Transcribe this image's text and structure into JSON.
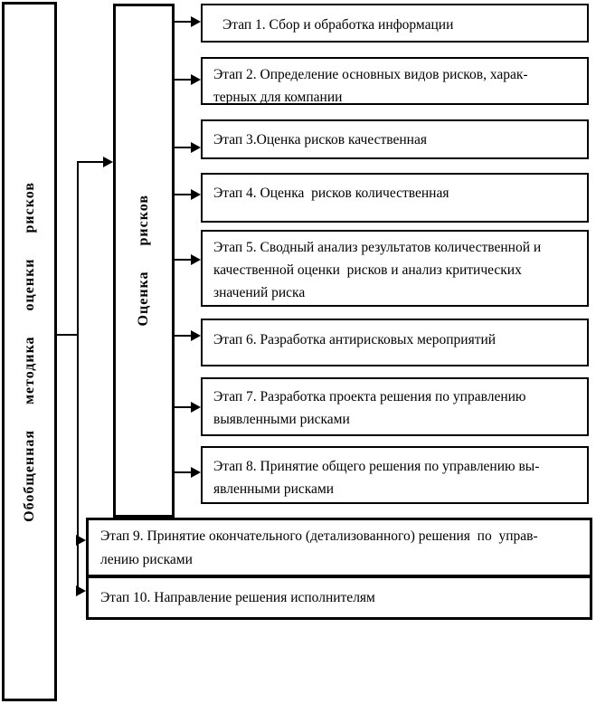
{
  "colors": {
    "line": "#000000",
    "background": "#ffffff"
  },
  "diagram": {
    "title_column": "Обобщенная  методика  оценки  рисков",
    "group_column": "Оценка  рисков",
    "stages": [
      {
        "lines": [
          "Этап 1. Сбор и обработка информации"
        ]
      },
      {
        "lines": [
          "Этап 2. Определение основных видов рисков, харак-",
          "терных для компании"
        ]
      },
      {
        "lines": [
          "Этап 3.Оценка рисков качественная"
        ]
      },
      {
        "lines": [
          "Этап 4. Оценка  рисков количественная"
        ]
      },
      {
        "lines": [
          "Этап 5. Сводный анализ результатов количественной и",
          "качественной оценки  рисков и анализ критических",
          "значений риска"
        ]
      },
      {
        "lines": [
          "Этап 6. Разработка антирисковых мероприятий"
        ]
      },
      {
        "lines": [
          "Этап 7. Разработка проекта решения по управлению",
          "выявленными рисками"
        ]
      },
      {
        "lines": [
          "Этап 8. Принятие общего решения по управлению вы-",
          "явленными рисками"
        ]
      },
      {
        "lines": [
          "Этап 9. Принятие окончательного (детализованного) решения  по  управ-",
          "лению рисками"
        ]
      },
      {
        "lines": [
          "Этап 10. Направление решения исполнителям"
        ]
      }
    ]
  }
}
